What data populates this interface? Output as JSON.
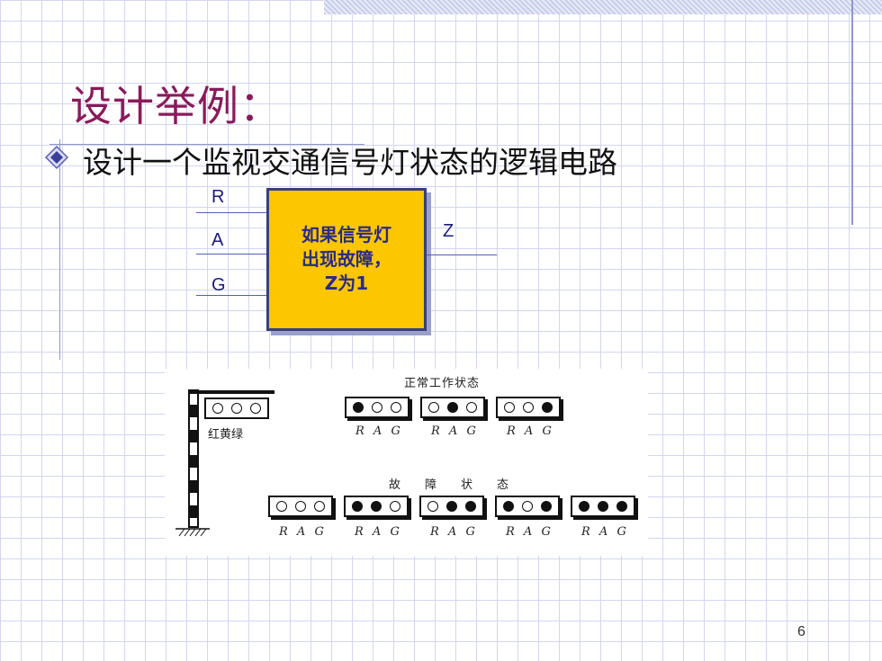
{
  "slide": {
    "title": "设计举例：",
    "subtitle": "设计一个监视交通信号灯状态的逻辑电路",
    "page_number": "6"
  },
  "circuit": {
    "inputs": [
      "R",
      "A",
      "G"
    ],
    "output": "Z",
    "box_lines": [
      "如果信号灯",
      "出现故障，",
      "Z为1"
    ]
  },
  "figure": {
    "pole_label": "红黄绿",
    "normal_title": "正常工作状态",
    "fault_title": [
      "故",
      "障",
      "状",
      "态"
    ],
    "rag_label": "R A G",
    "pole_lamp": [
      false,
      false,
      false
    ],
    "normal_states": [
      [
        true,
        false,
        false
      ],
      [
        false,
        true,
        false
      ],
      [
        false,
        false,
        true
      ]
    ],
    "fault_states": [
      [
        false,
        false,
        false
      ],
      [
        true,
        true,
        false
      ],
      [
        false,
        true,
        true
      ],
      [
        true,
        false,
        true
      ],
      [
        true,
        true,
        true
      ]
    ]
  },
  "colors": {
    "title": "#8a1a5a",
    "box_fill": "#fcc600",
    "box_text": "#2a2a88",
    "grid": "#d2d6f0"
  }
}
